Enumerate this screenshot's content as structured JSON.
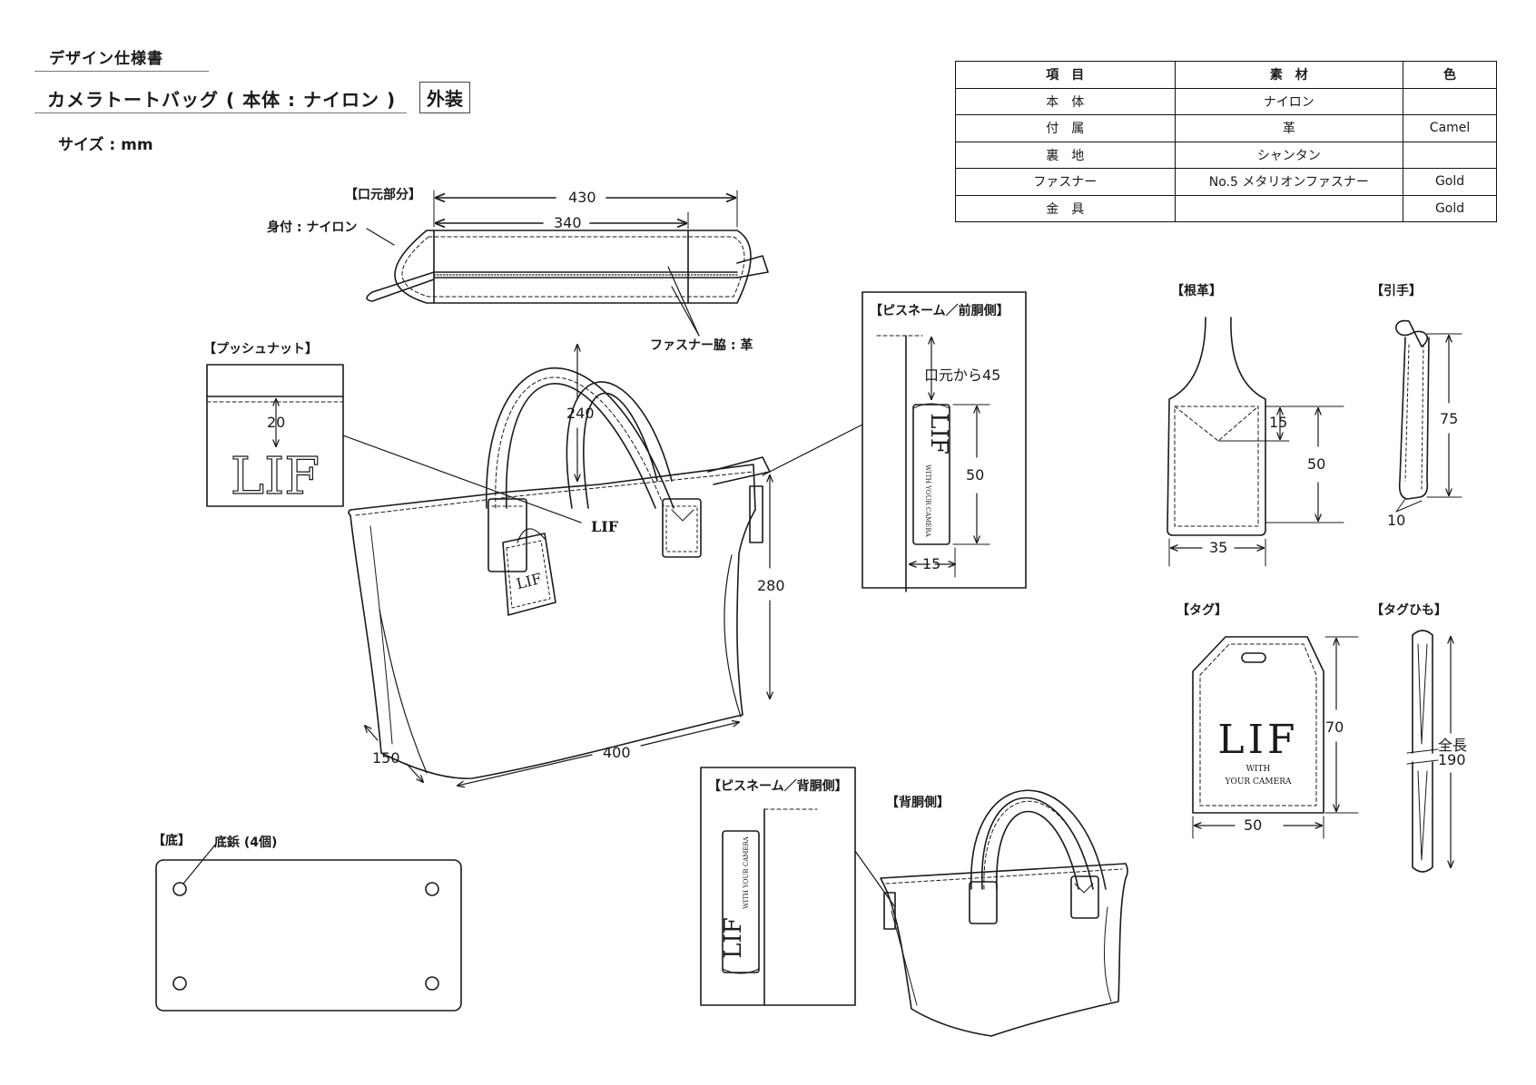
{
  "header": {
    "title": "デザイン仕様書",
    "product": "カメラトートバッグ ( 本体 : ナイロン )",
    "section_label": "外装",
    "size_unit": "サイズ : mm"
  },
  "spec_table": {
    "headers": [
      "項　目",
      "素　材",
      "色"
    ],
    "rows": [
      [
        "本　体",
        "ナイロン",
        ""
      ],
      [
        "付　属",
        "革",
        "Camel"
      ],
      [
        "裏　地",
        "シャンタン",
        ""
      ],
      [
        "ファスナー",
        "No.5 メタリオンファスナー",
        "Gold"
      ],
      [
        "金　具",
        "",
        "Gold"
      ]
    ]
  },
  "opening": {
    "label": "【口元部分】",
    "body_note": "身付 : ナイロン",
    "dim_outer": "430",
    "dim_inner": "340",
    "zip_side_note": "ファスナー脇 : 革"
  },
  "push_nut": {
    "label": "【プッシュナット】",
    "dim": "20",
    "logo": "LIF"
  },
  "main_bag": {
    "handle_height": "240",
    "height": "280",
    "depth": "150",
    "width": "400",
    "logo": "LIF"
  },
  "pisname_front": {
    "label": "【ピスネーム／前胴側】",
    "from_mouth": "口元から45",
    "height": "50",
    "width": "15",
    "logo": "LIF",
    "sub": "WITH YOUR CAMERA"
  },
  "root_leather": {
    "label": "【根革】",
    "dim_small": "15",
    "dim_height": "50",
    "dim_width": "35"
  },
  "pull": {
    "label": "【引手】",
    "dim_height": "75",
    "dim_width": "10"
  },
  "tag": {
    "label": "【タグ】",
    "logo": "LIF",
    "sub1": "WITH",
    "sub2": "YOUR CAMERA",
    "dim_height": "70",
    "dim_width": "50"
  },
  "tag_string": {
    "label": "【タグひも】",
    "total_label": "全長",
    "total": "190"
  },
  "bottom": {
    "label": "【底】",
    "rivet_note": "底鋲 (4個)"
  },
  "pisname_back": {
    "label": "【ピスネーム／背胴側】",
    "logo": "LIF",
    "sub": "WITH YOUR CAMERA"
  },
  "back_view": {
    "label": "【背胴側】"
  },
  "colors": {
    "line": "#1a1a1a",
    "background": "#ffffff"
  }
}
